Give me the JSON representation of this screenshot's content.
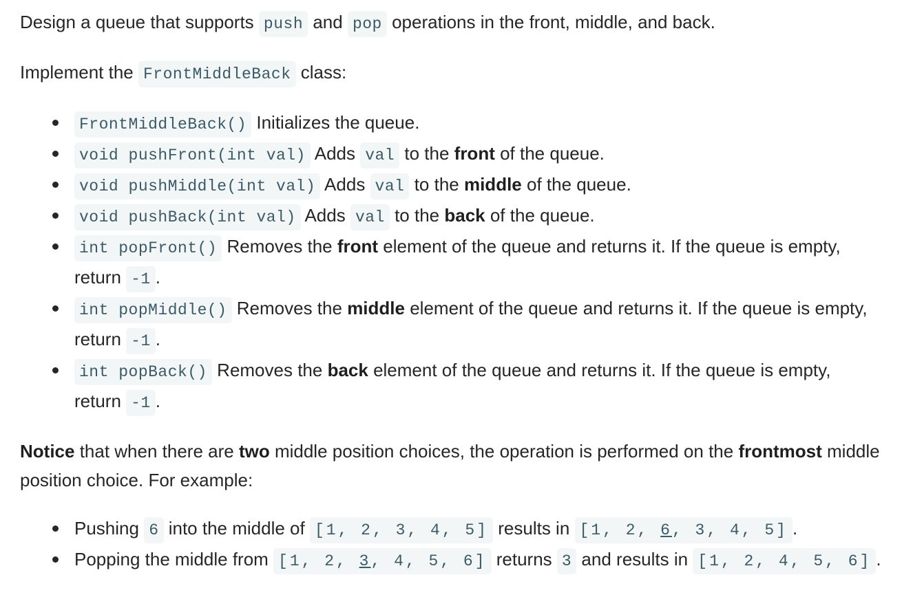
{
  "intro": {
    "text_before": "Design a queue that supports ",
    "code_push": "push",
    "text_and": " and ",
    "code_pop": "pop",
    "text_after": " operations in the front, middle, and back."
  },
  "implement": {
    "text_before": "Implement the ",
    "class_name": "FrontMiddleBack",
    "text_after": " class:"
  },
  "methods": [
    {
      "signature": "FrontMiddleBack()",
      "desc": " Initializes the queue."
    },
    {
      "signature": "void pushFront(int val)",
      "desc_before": " Adds ",
      "param": "val",
      "desc_mid": " to the ",
      "bold": "front",
      "desc_after": " of the queue."
    },
    {
      "signature": "void pushMiddle(int val)",
      "desc_before": " Adds ",
      "param": "val",
      "desc_mid": " to the ",
      "bold": "middle",
      "desc_after": " of the queue."
    },
    {
      "signature": "void pushBack(int val)",
      "desc_before": " Adds ",
      "param": "val",
      "desc_mid": " to the ",
      "bold": "back",
      "desc_after": " of the queue."
    },
    {
      "signature": "int popFront()",
      "desc_before": " Removes the ",
      "bold": "front",
      "desc_after": " element of the queue and returns it. If the queue is empty, return ",
      "ret": "-1",
      "end": "."
    },
    {
      "signature": "int popMiddle()",
      "desc_before": " Removes the ",
      "bold": "middle",
      "desc_after": " element of the queue and returns it. If the queue is empty, return ",
      "ret": "-1",
      "end": "."
    },
    {
      "signature": "int popBack()",
      "desc_before": " Removes the ",
      "bold": "back",
      "desc_after": " element of the queue and returns it. If the queue is empty, return ",
      "ret": "-1",
      "end": "."
    }
  ],
  "notice": {
    "bold1": "Notice",
    "text1": " that when there are ",
    "bold2": "two",
    "text2": " middle position choices, the operation is performed on the ",
    "bold3": "frontmost",
    "text3": " middle position choice. For example:"
  },
  "examples": [
    {
      "text1": "Pushing ",
      "code1": "6",
      "text2": " into the middle of ",
      "code2": "[1, 2, 3, 4, 5]",
      "text3": " results in ",
      "code3_before": "[1, 2, ",
      "code3_underlined": "6",
      "code3_after": ", 3, 4, 5]",
      "end": "."
    },
    {
      "text1": "Popping the middle from ",
      "code1_before": "[1, 2, ",
      "code1_underlined": "3",
      "code1_after": ", 4, 5, 6]",
      "text2": " returns ",
      "code2": "3",
      "text3": " and results in ",
      "code3": "[1, 2, 4, 5, 6]",
      "end": "."
    }
  ]
}
